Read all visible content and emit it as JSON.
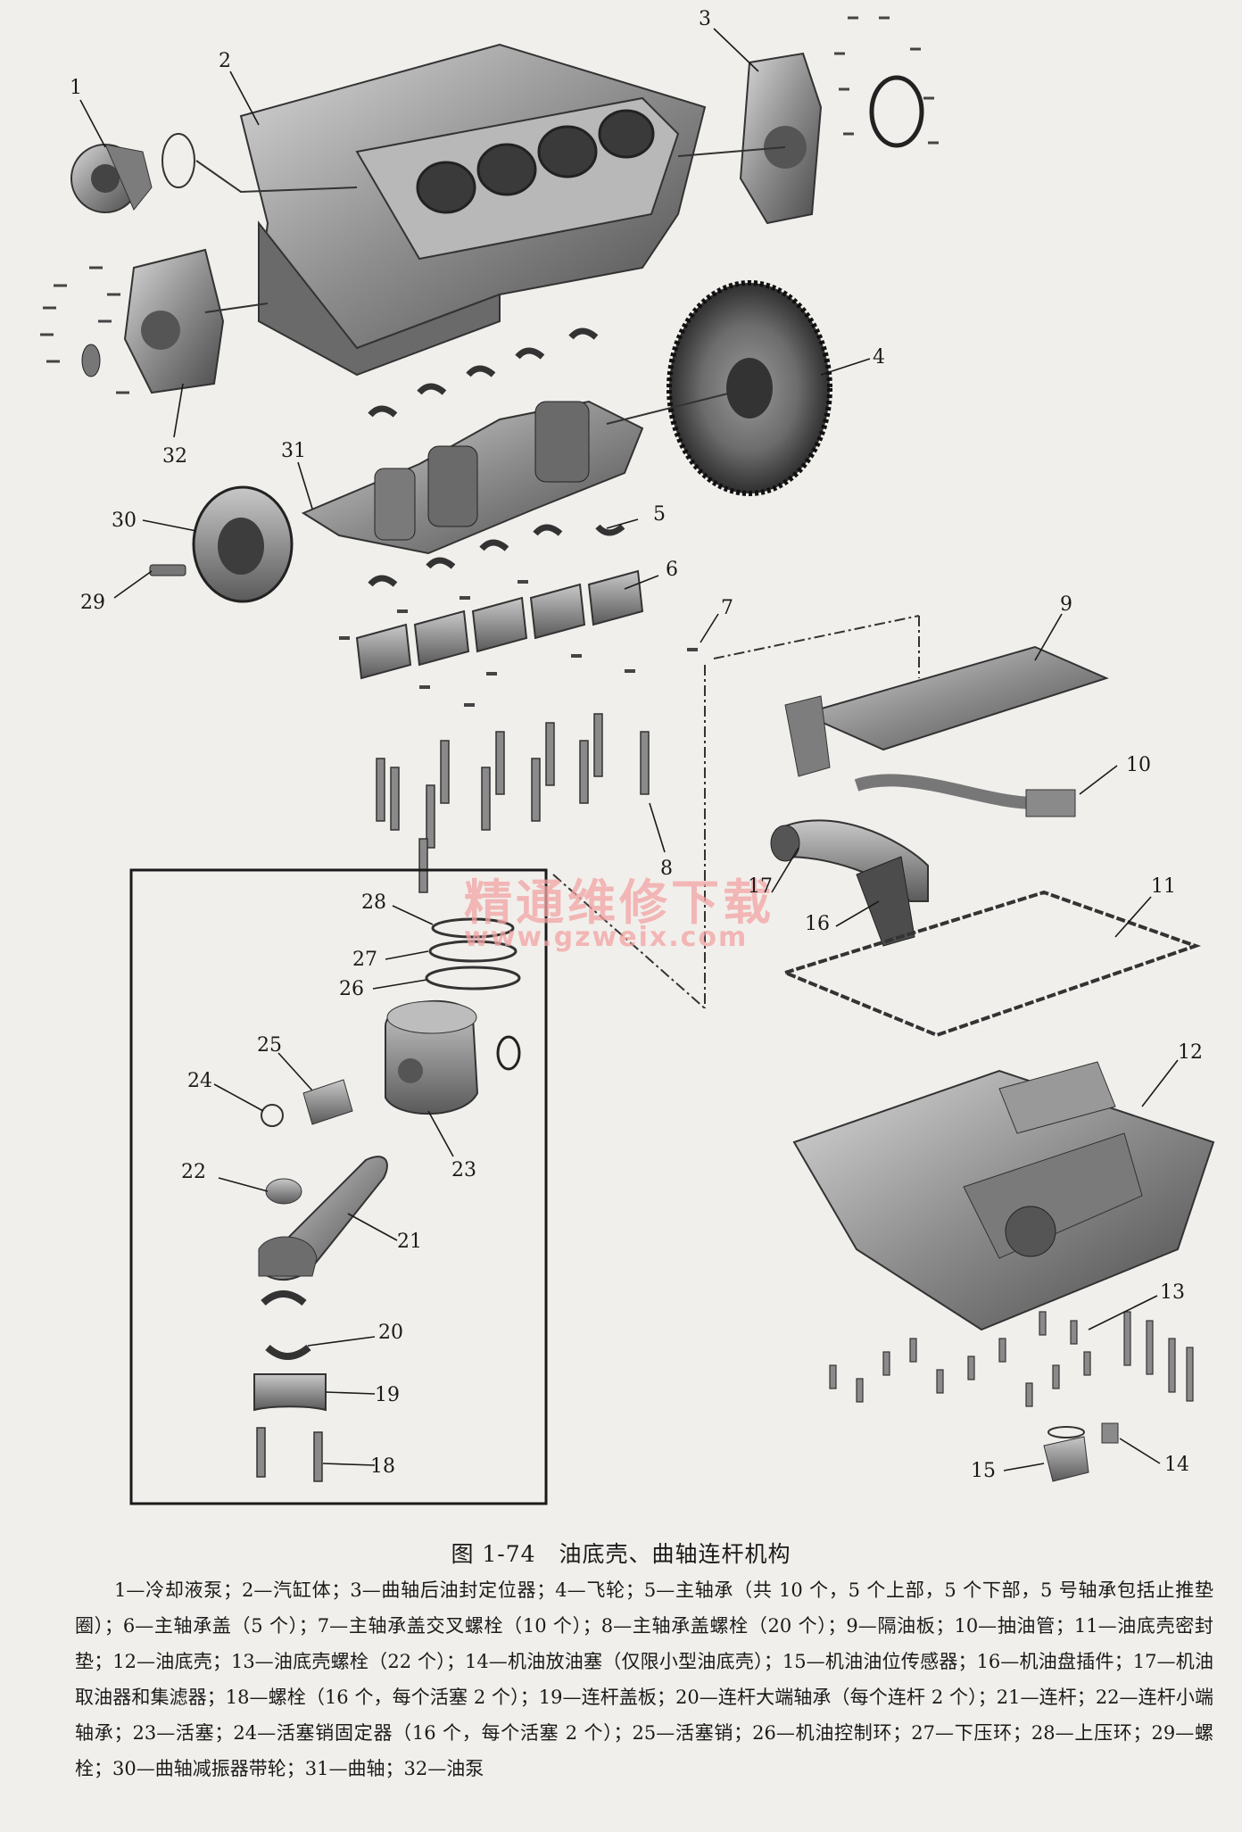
{
  "figure": {
    "caption": "图 1-74　油底壳、曲轴连杆机构",
    "watermark_cn": "精通维修下载",
    "watermark_url": "www.gzweix.com"
  },
  "callouts": [
    "1",
    "2",
    "3",
    "4",
    "5",
    "6",
    "7",
    "8",
    "9",
    "10",
    "11",
    "12",
    "13",
    "14",
    "15",
    "16",
    "17",
    "18",
    "19",
    "20",
    "21",
    "22",
    "23",
    "24",
    "25",
    "26",
    "27",
    "28",
    "29",
    "30",
    "31",
    "32"
  ],
  "legend": [
    "1—冷却液泵；",
    "2—汽缸体；",
    "3—曲轴后油封定位器；",
    "4—飞轮；",
    "5—主轴承（共 10 个，5 个上部，5 个下部，5 号轴承包括止推垫圈）；",
    "6—主轴承盖（5 个）；",
    "7—主轴承盖交叉螺栓（10 个）；",
    "8—主轴承盖螺栓（20 个）；",
    "9—隔油板；",
    "10—抽油管；",
    "11—油底壳密封垫；",
    "12—油底壳；",
    "13—油底壳螺栓（22 个）；",
    "14—机油放油塞（仅限小型油底壳）；",
    "15—机油油位传感器；",
    "16—机油盘插件；",
    "17—机油取油器和集滤器；",
    "18—螺栓（16 个，每个活塞 2 个）；",
    "19—连杆盖板；",
    "20—连杆大端轴承（每个连杆 2 个）；",
    "21—连杆；",
    "22—连杆小端轴承；",
    "23—活塞；",
    "24—活塞销固定器（16 个，每个活塞 2 个）；",
    "25—活塞销；",
    "26—机油控制环；",
    "27—下压环；",
    "28—上压环；",
    "29—螺栓；",
    "30—曲轴减振器带轮；",
    "31—曲轴；",
    "32—油泵"
  ]
}
